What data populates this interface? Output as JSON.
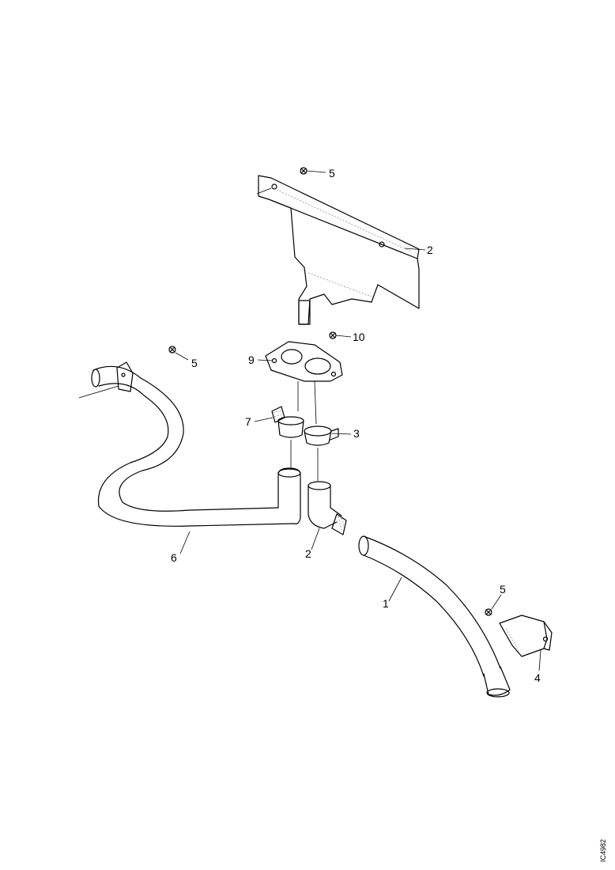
{
  "diagram": {
    "callouts": {
      "c5_top": "5",
      "c2b": "2",
      "c10": "10",
      "c9": "9",
      "c7": "7",
      "c3": "3",
      "c5_left": "5",
      "c6": "6",
      "c2": "2",
      "c1": "1",
      "c5_right": "5",
      "c4": "4"
    },
    "reference": "IC4982"
  }
}
